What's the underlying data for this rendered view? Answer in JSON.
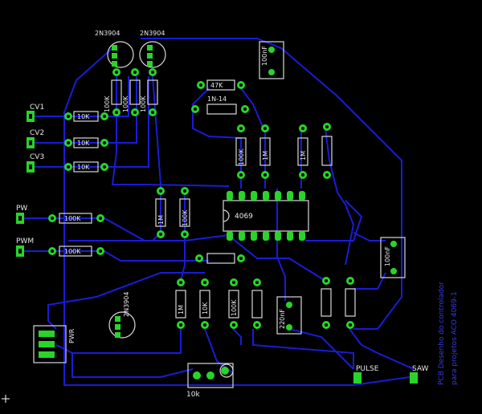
{
  "board": {
    "title_line_1": "PCB Desenho do controlador",
    "title_line_2": "para projetos ACO 4069-1",
    "colors": {
      "background": "#000000",
      "trace": "#1b1bd6",
      "pad": "#29d429",
      "silkscreen": "#e8e8e8"
    }
  },
  "components": {
    "transistor_1": "2N3904",
    "transistor_2": "2N3904",
    "transistor_3": "2N3904",
    "ic": "4069",
    "diode": "1N-14",
    "capacitor_top": "100nF",
    "capacitor_right": "100nF",
    "capacitor_mid": "220nF",
    "pot": "10k",
    "res_10k_1": "10K",
    "res_10k_2": "10K",
    "res_10k_3": "10K",
    "res_100k_1": "100K",
    "res_100k_2": "100K",
    "res_100k_3": "100K",
    "res_100k_4": "100K",
    "res_100k_5": "100K",
    "res_47k": "47K",
    "res_mid_1": "100K",
    "res_mid_2": "1M",
    "res_bottom_1": "1M",
    "res_bottom_2": "10K",
    "res_bottom_3": "1M",
    "res_bottom_4": "100K",
    "res_bottom_5": "100K",
    "res_bottom_6": "1M"
  },
  "connectors": {
    "cv1": "CV1",
    "cv2": "CV2",
    "cv3": "CV3",
    "pw": "PW",
    "pwm": "PWM",
    "pwr": "PWR",
    "pulse": "PULSE",
    "saw": "SAW"
  }
}
